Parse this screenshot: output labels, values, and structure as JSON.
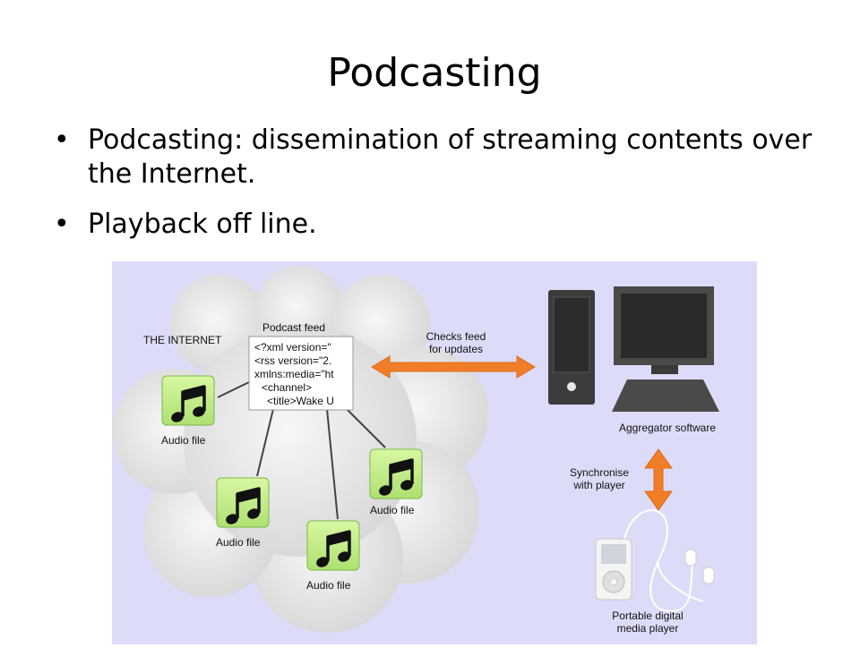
{
  "slide": {
    "title": "Podcasting",
    "bullets": [
      {
        "text": "Podcasting: dissemination of streaming contents over the Internet."
      },
      {
        "text": "Playback off line."
      }
    ]
  },
  "diagram": {
    "internet_label": "THE INTERNET",
    "feed_label": "Podcast feed",
    "feed_lines": [
      "<?xml version=\"",
      "<rss version=\"2.",
      "xmlns:media=\"ht",
      "<channel>",
      "<title>Wake U"
    ],
    "audio_label": "Audio file",
    "checks_line1": "Checks feed",
    "checks_line2": "for updates",
    "aggregator_label": "Aggregator software",
    "sync_line1": "Synchronise",
    "sync_line2": "with player",
    "player_line1": "Portable digital",
    "player_line2": "media player",
    "colors": {
      "background": "#dcdcf8",
      "cloud": "#e6e6e6",
      "arrow": "#f07d28",
      "note_box": "#c8f08a",
      "monitor": "#4a4a4a",
      "tower": "#3c3c3c"
    },
    "icons": [
      "music-note-icon",
      "computer-icon",
      "media-player-icon"
    ]
  }
}
